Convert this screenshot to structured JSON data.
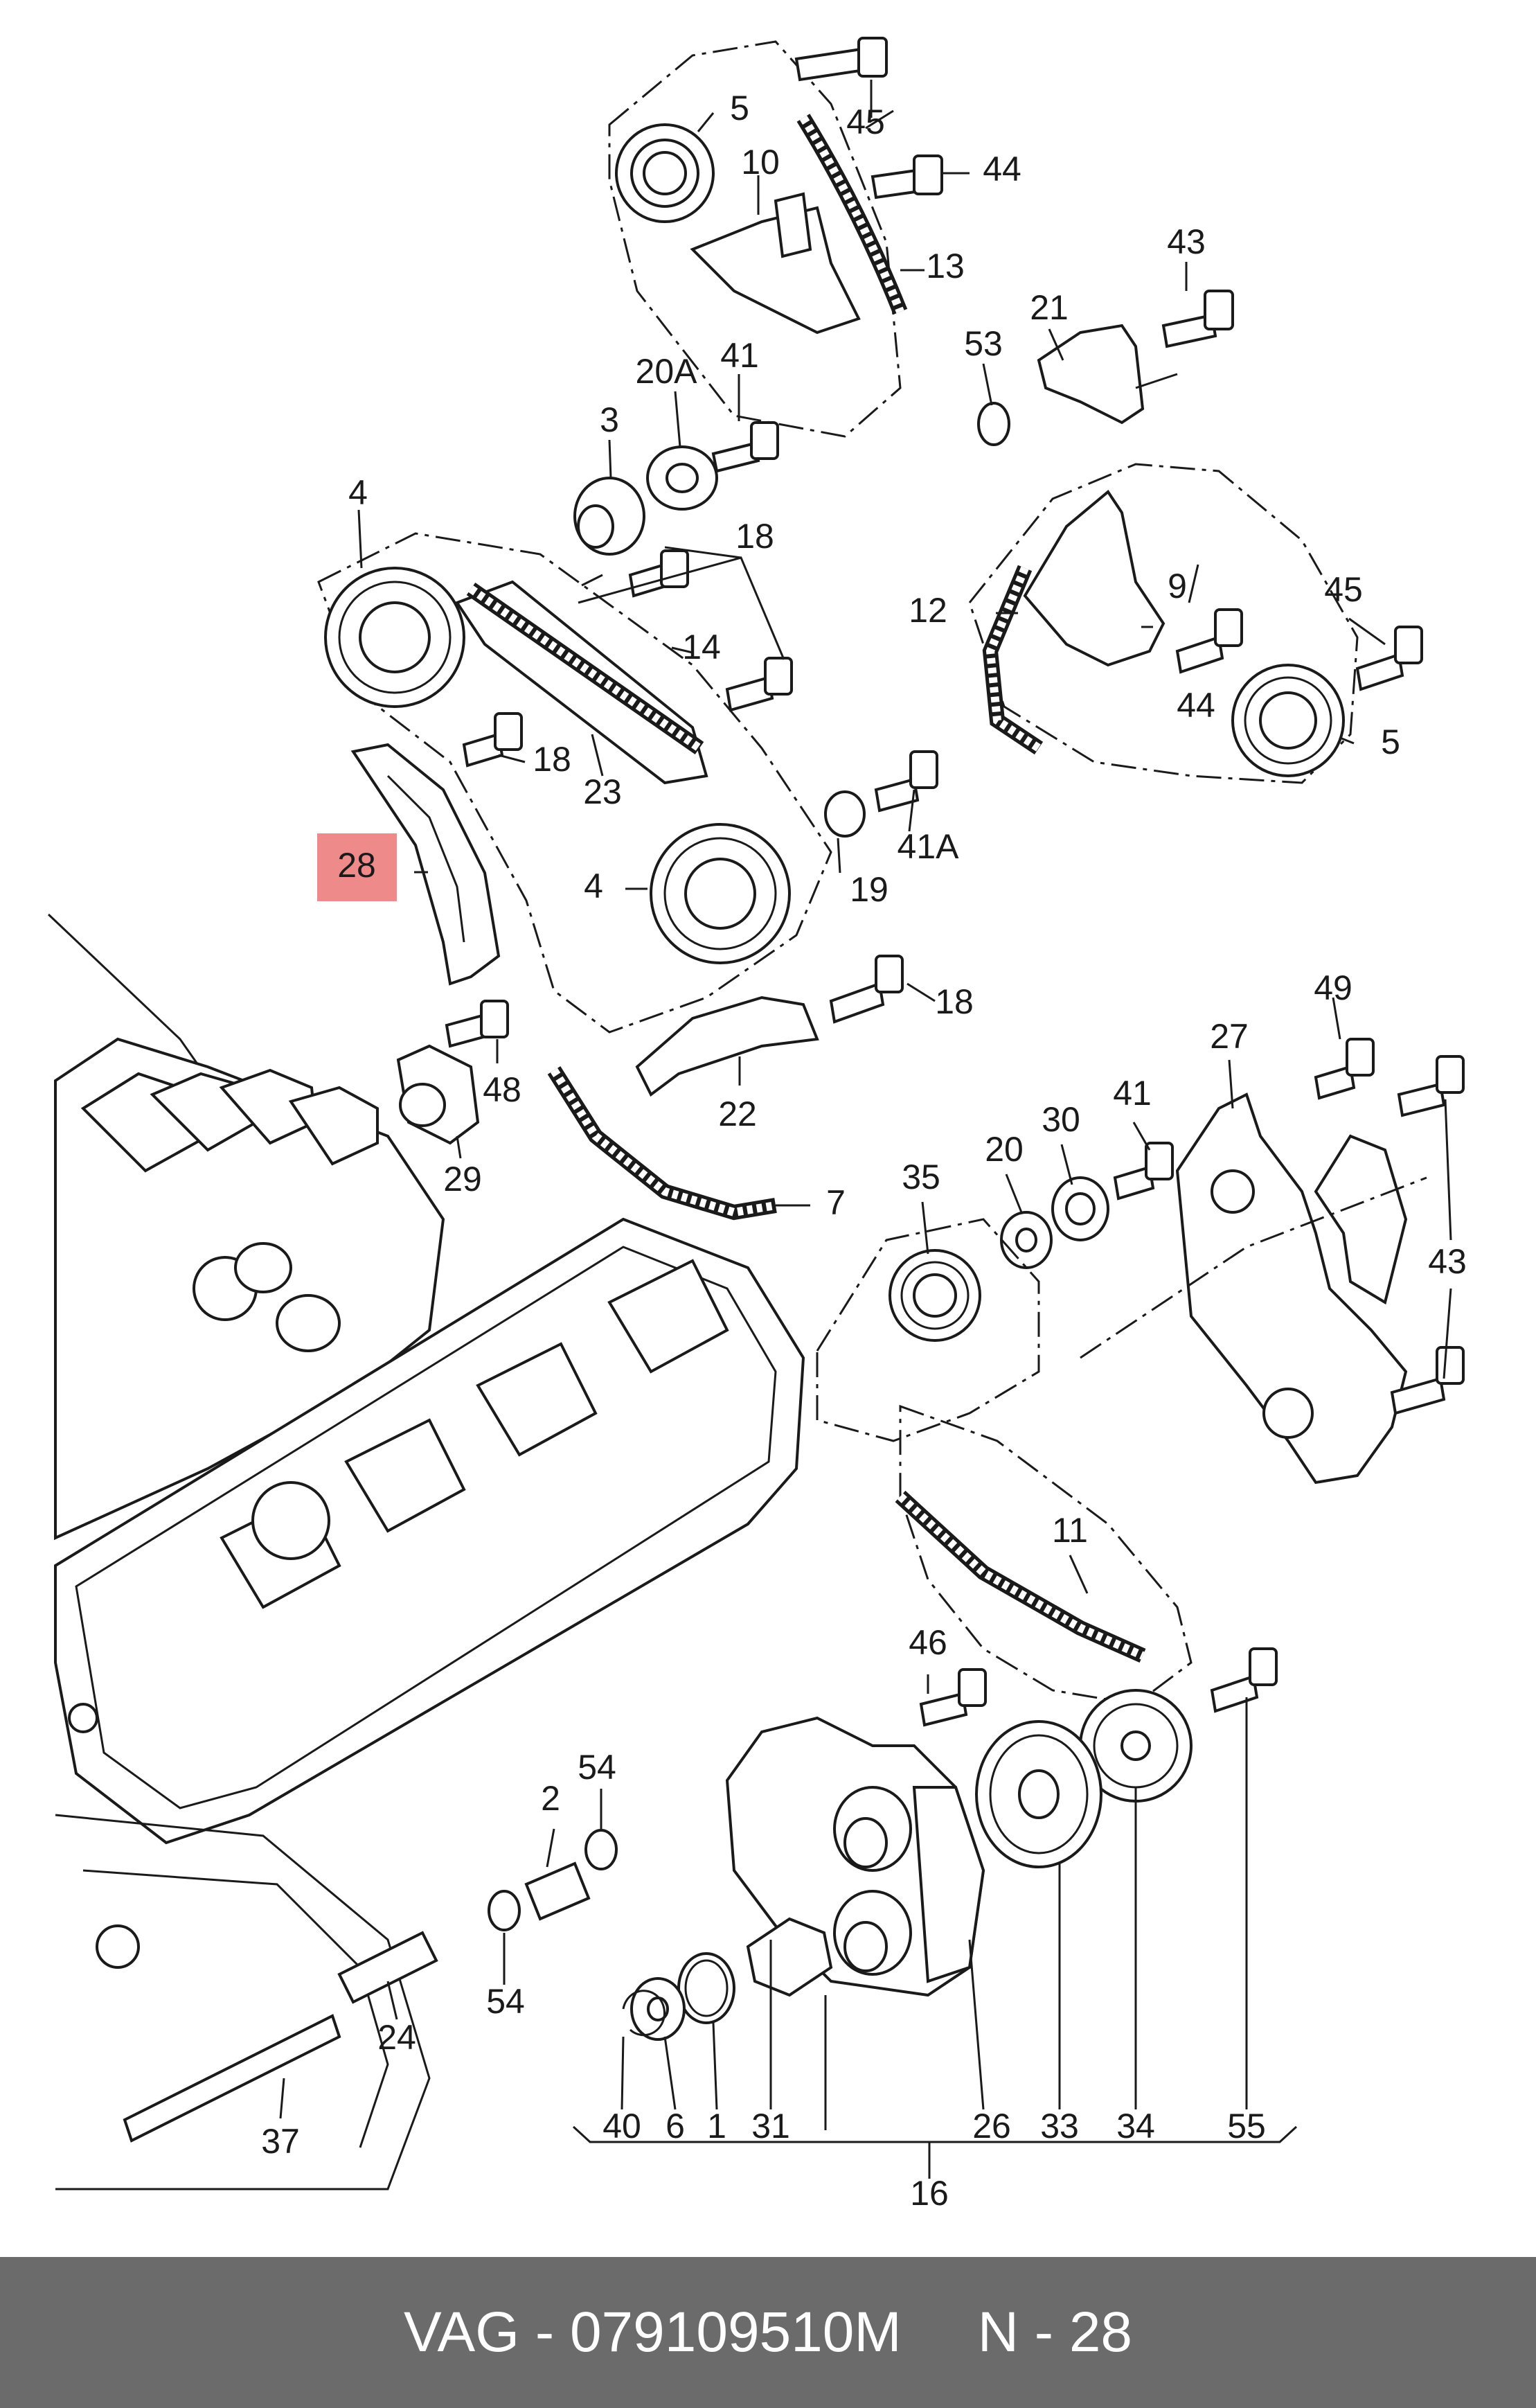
{
  "labels": {
    "p1": "1",
    "p2": "2",
    "p3": "3",
    "p4a": "4",
    "p4b": "4",
    "p5a": "5",
    "p5b": "5",
    "p6": "6",
    "p7": "7",
    "p9": "9",
    "p10": "10",
    "p11": "11",
    "p12": "12",
    "p13": "13",
    "p14": "14",
    "p16": "16",
    "p18a": "18",
    "p18b": "18",
    "p18c": "18",
    "p19": "19",
    "p20": "20",
    "p20a": "20A",
    "p21": "21",
    "p22": "22",
    "p23": "23",
    "p24": "24",
    "p26": "26",
    "p27": "27",
    "p28": "28",
    "p29": "29",
    "p30": "30",
    "p31": "31",
    "p33": "33",
    "p34": "34",
    "p35": "35",
    "p37": "37",
    "p40": "40",
    "p41a": "41",
    "p41b": "41",
    "p41A": "41A",
    "p43a": "43",
    "p43b": "43",
    "p44a": "44",
    "p44b": "44",
    "p45a": "45",
    "p45b": "45",
    "p46": "46",
    "p48": "48",
    "p49": "49",
    "p53": "53",
    "p54a": "54",
    "p54b": "54",
    "p55": "55"
  },
  "footer": {
    "brand": "VAG",
    "separator": "-",
    "part_number": "079109510M",
    "position_prefix": "N",
    "position_separator": "-",
    "position_number": "28"
  },
  "colors": {
    "highlight": "#ef8a8a",
    "footer_bg": "#6b6b6b",
    "footer_text": "#ffffff"
  }
}
